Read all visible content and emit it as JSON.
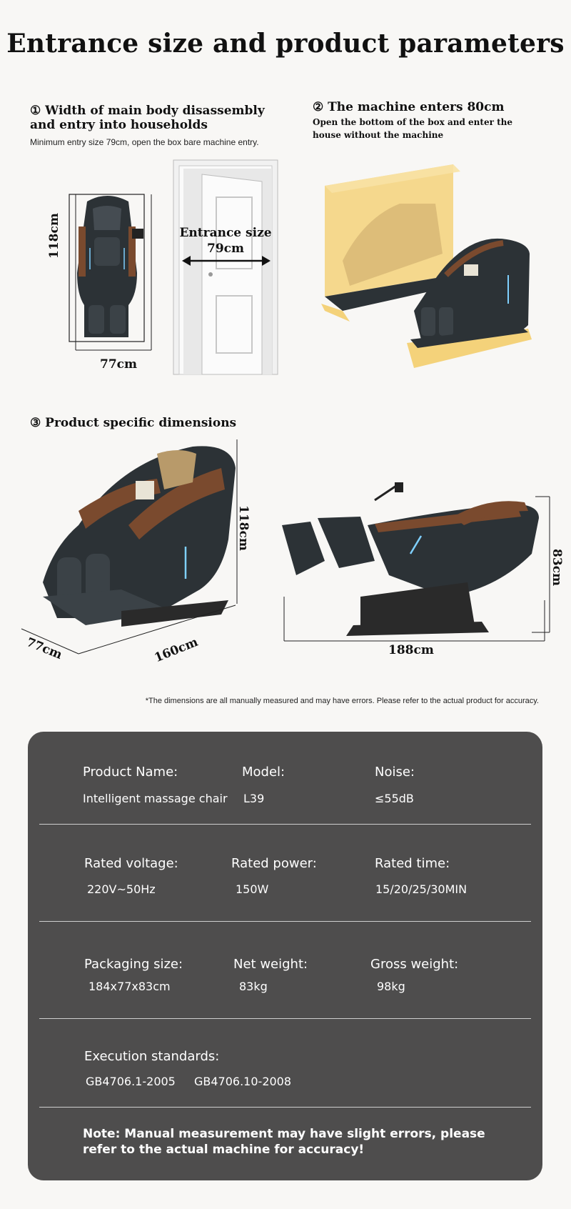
{
  "page": {
    "title": "Entrance size and product parameters"
  },
  "section1": {
    "heading": "① Width of main body disassembly and entry into households",
    "description": "Minimum entry size 79cm, open the box bare machine entry.",
    "height_label": "118cm",
    "width_label": "77cm",
    "door_label_line1": "Entrance size",
    "door_label_line2": "79cm"
  },
  "section2": {
    "heading": "② The machine enters 80cm",
    "description": "Open the bottom of the box and enter the house without the machine"
  },
  "section3": {
    "heading": "③ Product specific dimensions",
    "height_label": "118cm",
    "depth_label": "77cm",
    "length_label": "160cm",
    "recline_height_label": "83cm",
    "recline_length_label": "188cm",
    "disclaimer": "*The dimensions are all manually measured and may have errors. Please refer to the actual product for accuracy."
  },
  "params": {
    "row1": [
      {
        "label": "Product Name:",
        "value": "Intelligent massage chair"
      },
      {
        "label": "Model:",
        "value": "L39"
      },
      {
        "label": "Noise:",
        "value": "≤55dB"
      }
    ],
    "row2": [
      {
        "label": "Rated voltage:",
        "value": "220V~50Hz"
      },
      {
        "label": "Rated power:",
        "value": "150W"
      },
      {
        "label": "Rated time:",
        "value": "15/20/25/30MIN"
      }
    ],
    "row3": [
      {
        "label": "Packaging size:",
        "value": "184x77x83cm"
      },
      {
        "label": "Net weight:",
        "value": "83kg"
      },
      {
        "label": "Gross weight:",
        "value": "98kg"
      }
    ],
    "row4": {
      "label": "Execution standards:",
      "values": [
        "GB4706.1-2005",
        "GB4706.10-2008"
      ]
    },
    "note": "Note: Manual measurement may have slight errors, please refer to the actual machine for accuracy!"
  },
  "colors": {
    "panel": "#4e4d4d",
    "box": "#f4d27a",
    "chair_body": "#2c3236",
    "wood": "#7a4a2e"
  }
}
